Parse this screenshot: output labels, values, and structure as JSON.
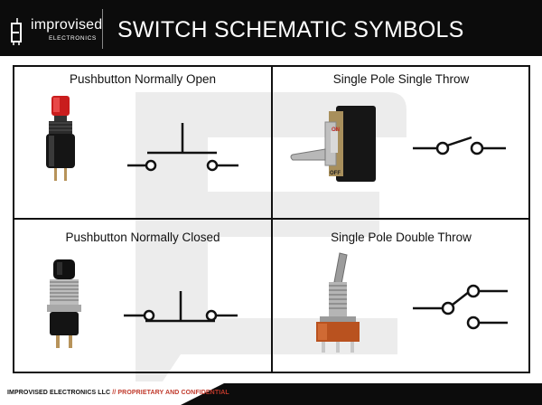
{
  "header": {
    "logo_letter": "E",
    "logo_name": "improvised",
    "logo_sub": "ELECTRONICS",
    "title": "SWITCH SCHEMATIC SYMBOLS"
  },
  "cells": [
    {
      "title": "Pushbutton Normally Open",
      "icon": "pushbutton-red-photo"
    },
    {
      "title": "Single Pole Single Throw",
      "icon": "toggle-switch-photo"
    },
    {
      "title": "Pushbutton Normally Closed",
      "icon": "pushbutton-black-photo"
    },
    {
      "title": "Single Pole Double Throw",
      "icon": "mini-toggle-switch-photo"
    }
  ],
  "photo_labels": {
    "on": "ON",
    "off": "OFF"
  },
  "footer": {
    "company": "IMPROVISED ELECTRONICS LLC",
    "separator": "//",
    "confidential": "PROPRIETARY AND CONFIDENTIAL"
  },
  "colors": {
    "header_bg": "#0c0c0c",
    "accent_red": "#c0392b",
    "watermark": "#ececec"
  }
}
